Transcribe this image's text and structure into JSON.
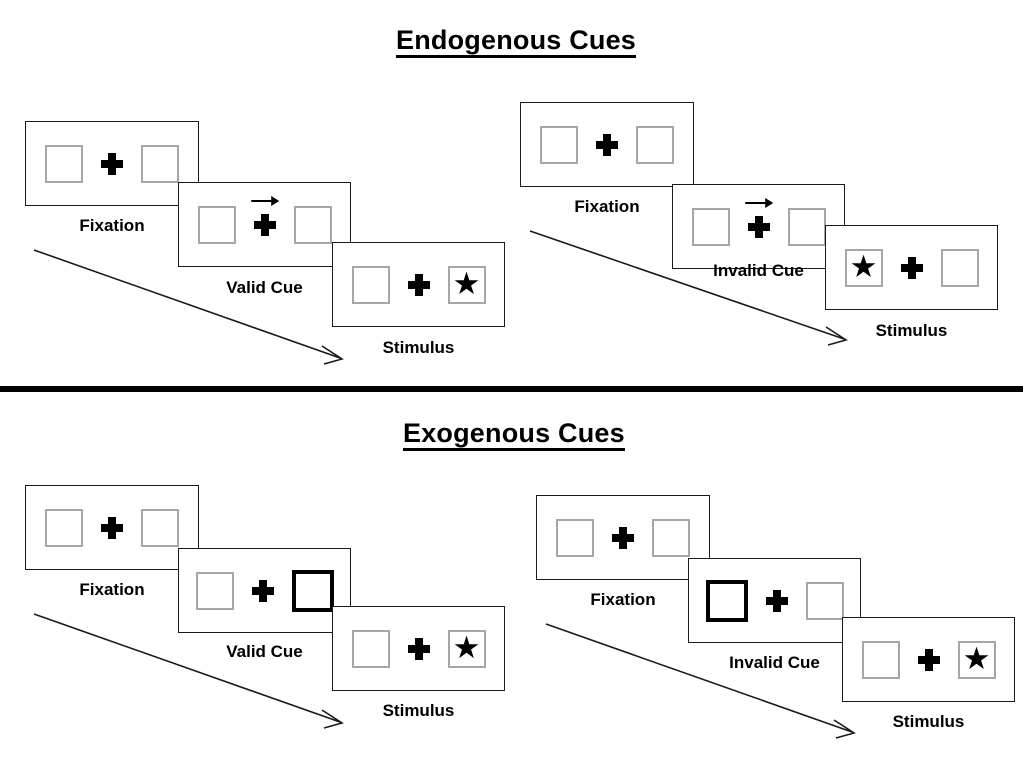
{
  "sections": [
    {
      "id": "endogenous",
      "title": "Endogenous Cues",
      "panels": [
        {
          "id": "endo-valid",
          "frames": [
            {
              "caption": "Fixation",
              "cue": "none",
              "arrow": false,
              "star": "none"
            },
            {
              "caption": "Valid Cue",
              "cue": "none",
              "arrow": true,
              "star": "none"
            },
            {
              "caption": "Stimulus",
              "cue": "none",
              "arrow": false,
              "star": "right"
            }
          ],
          "time_arrow_label": ""
        },
        {
          "id": "endo-invalid",
          "frames": [
            {
              "caption": "Fixation",
              "cue": "none",
              "arrow": false,
              "star": "none"
            },
            {
              "caption": "Invalid Cue",
              "cue": "none",
              "arrow": true,
              "star": "none"
            },
            {
              "caption": "Stimulus",
              "cue": "none",
              "arrow": false,
              "star": "left"
            }
          ],
          "time_arrow_label": ""
        }
      ]
    },
    {
      "id": "exogenous",
      "title": "Exogenous Cues",
      "panels": [
        {
          "id": "exo-valid",
          "frames": [
            {
              "caption": "Fixation",
              "cue": "none",
              "arrow": false,
              "star": "none"
            },
            {
              "caption": "Valid Cue",
              "cue": "right",
              "arrow": false,
              "star": "none"
            },
            {
              "caption": "Stimulus",
              "cue": "none",
              "arrow": false,
              "star": "right"
            }
          ],
          "time_arrow_label": ""
        },
        {
          "id": "exo-invalid",
          "frames": [
            {
              "caption": "Fixation",
              "cue": "none",
              "arrow": false,
              "star": "none"
            },
            {
              "caption": "Invalid Cue",
              "cue": "left",
              "arrow": false,
              "star": "none"
            },
            {
              "caption": "Stimulus",
              "cue": "none",
              "arrow": false,
              "star": "right"
            }
          ],
          "time_arrow_label": ""
        }
      ]
    }
  ],
  "glyphs": {
    "star": "★",
    "fixation_cross": "plus-cross",
    "cue_arrow": "arrow-right"
  },
  "colors": {
    "frame_outline": "#1a1a1a",
    "box_outline": "#a6a6a6",
    "cued_box_outline": "#000000",
    "ink": "#000000",
    "background": "#ffffff"
  }
}
